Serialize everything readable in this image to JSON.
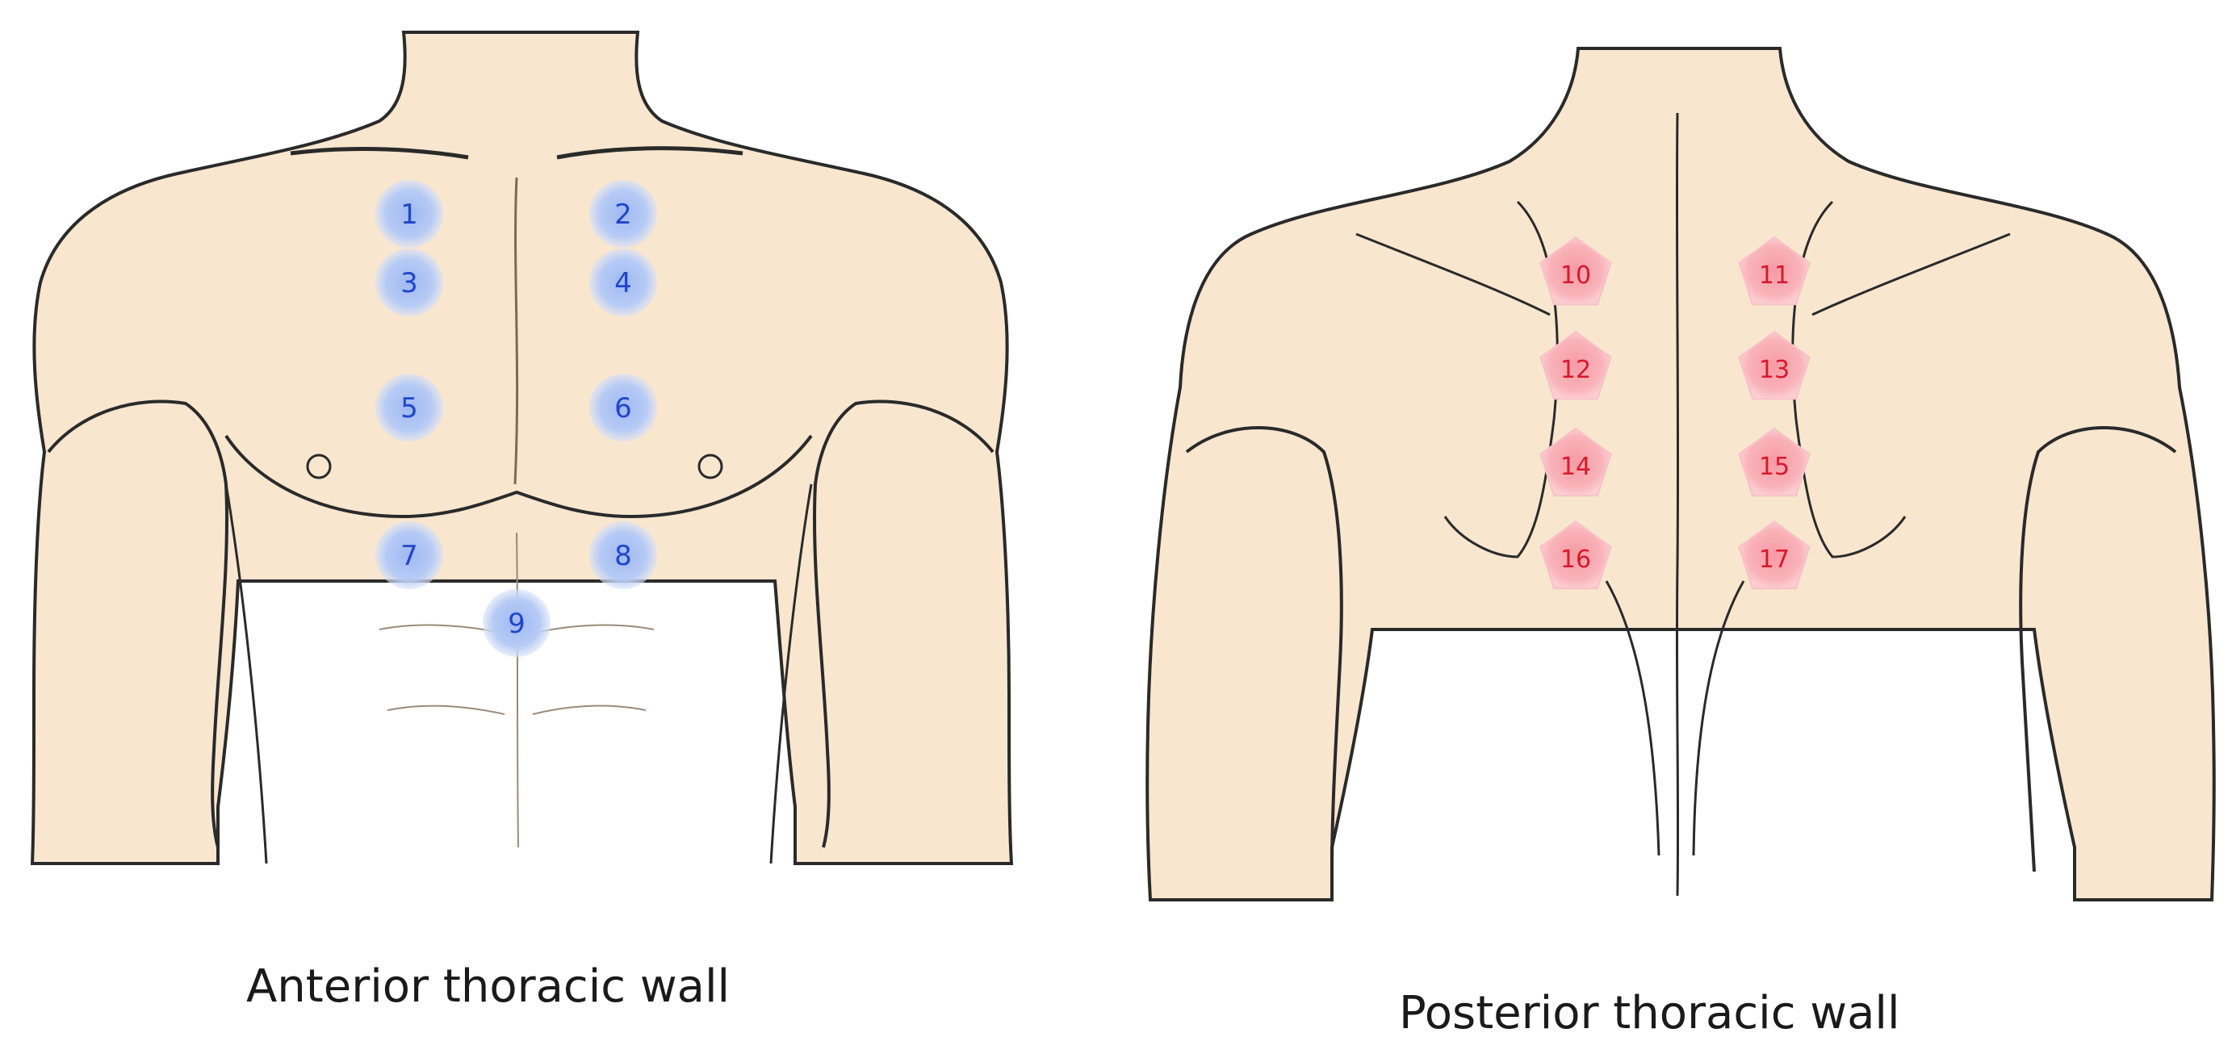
{
  "captions": {
    "anterior": "Anterior thoracic wall",
    "posterior": "Posterior thoracic wall"
  },
  "anterior_points": [
    {
      "label": "1"
    },
    {
      "label": "2"
    },
    {
      "label": "3"
    },
    {
      "label": "4"
    },
    {
      "label": "5"
    },
    {
      "label": "6"
    },
    {
      "label": "7"
    },
    {
      "label": "8"
    },
    {
      "label": "9"
    }
  ],
  "posterior_points": [
    {
      "label": "10"
    },
    {
      "label": "11"
    },
    {
      "label": "12"
    },
    {
      "label": "13"
    },
    {
      "label": "14"
    },
    {
      "label": "15"
    },
    {
      "label": "16"
    },
    {
      "label": "17"
    }
  ],
  "colors": {
    "skin": "#f8e6cf",
    "outline": "#2a2a2a",
    "anterior_marker": "#aec3f3",
    "anterior_text": "#1f47c8",
    "posterior_marker": "#f9a9b1",
    "posterior_text": "#d8182c"
  }
}
